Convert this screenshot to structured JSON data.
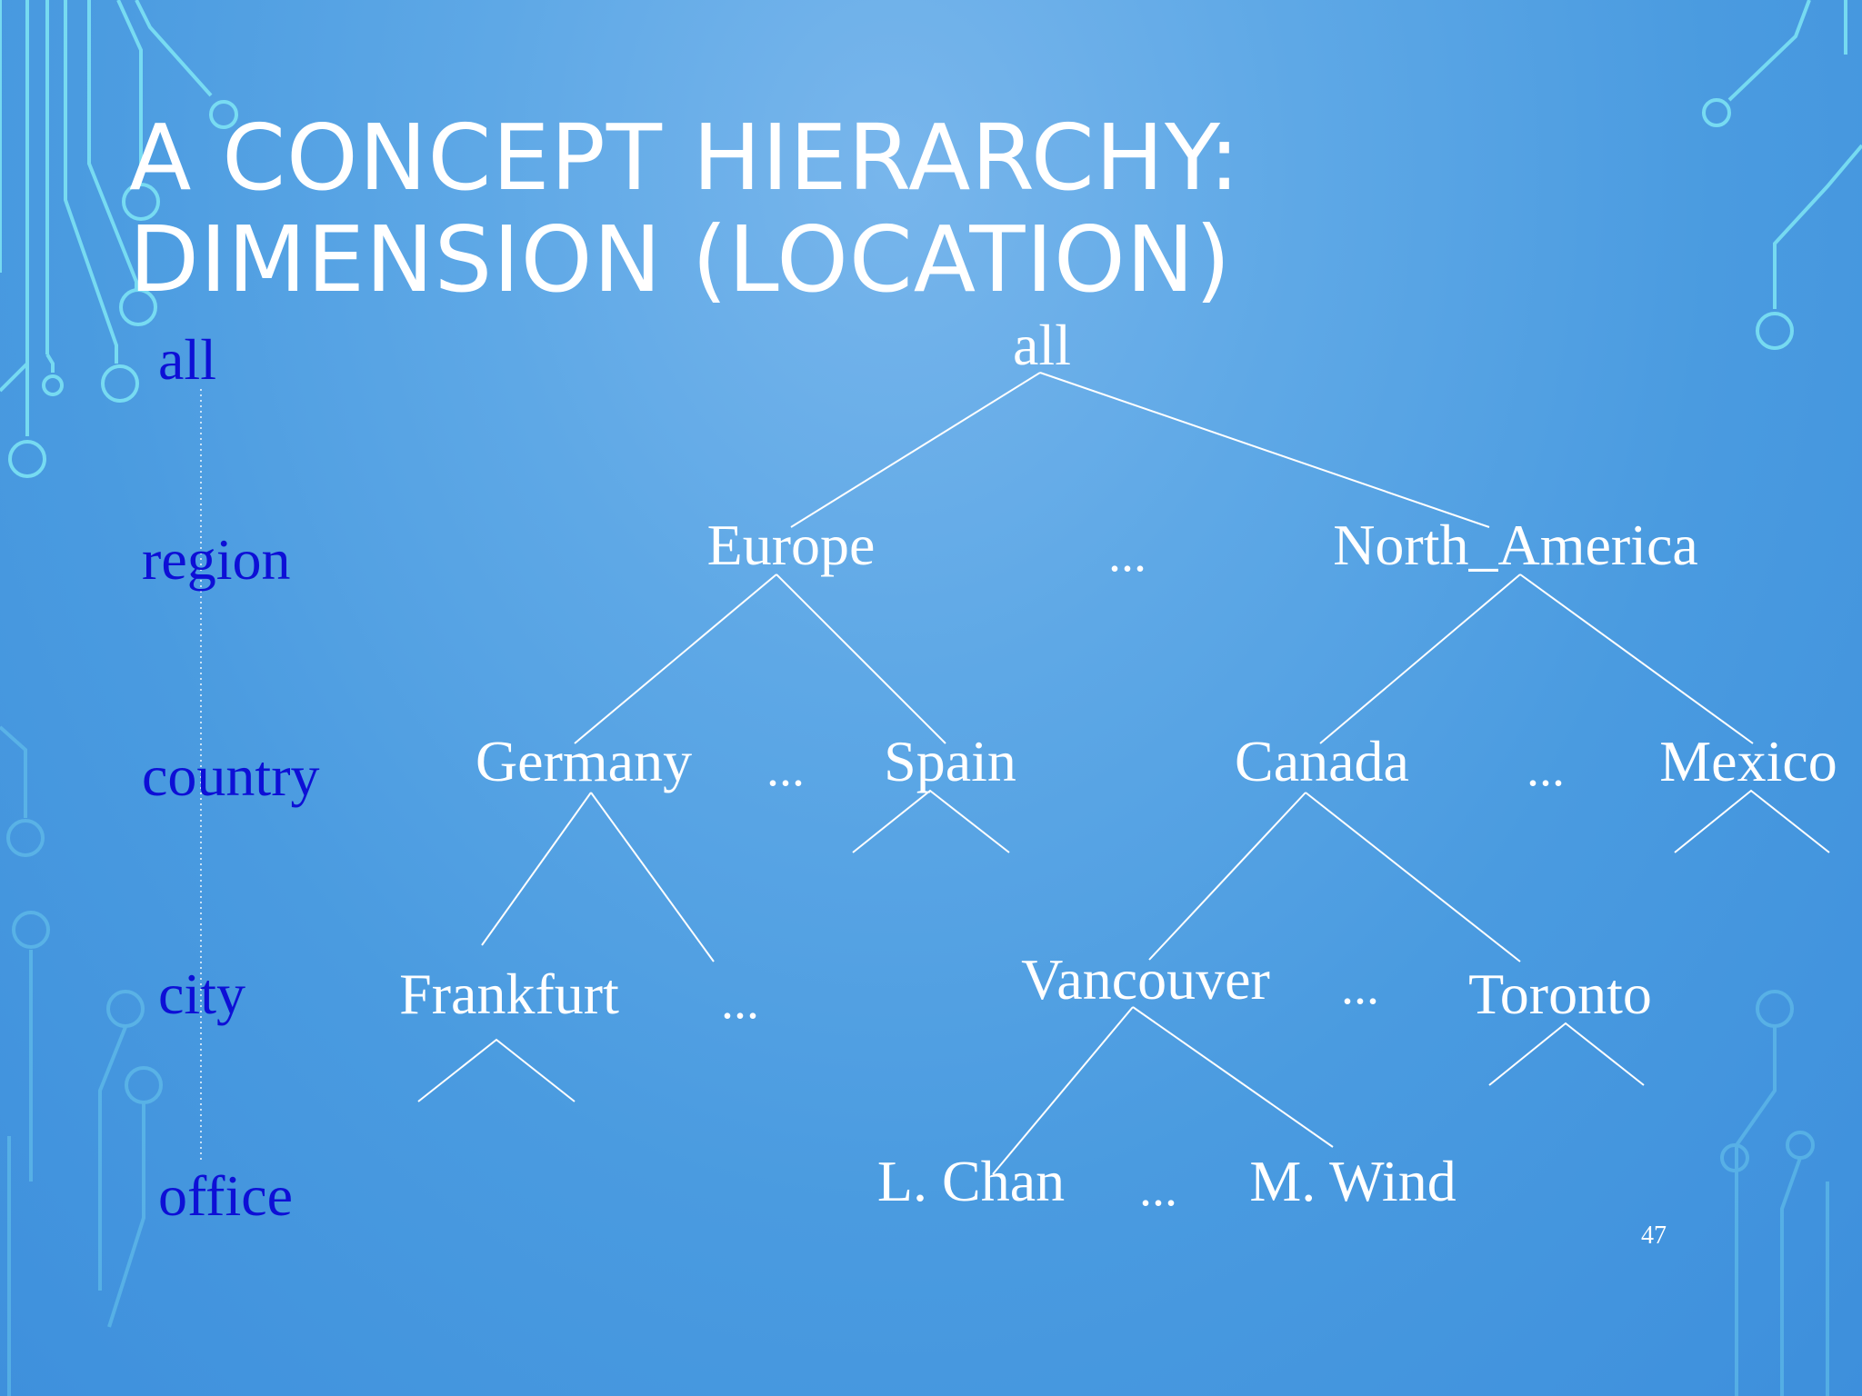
{
  "slide": {
    "title_line1": "A CONCEPT HIERARCHY:",
    "title_line2": "DIMENSION (LOCATION)",
    "page_number": "47"
  },
  "levels": [
    "all",
    "region",
    "country",
    "city",
    "office"
  ],
  "nodes": {
    "all": "all",
    "europe": "Europe",
    "north_america": "North_America",
    "germany": "Germany",
    "spain": "Spain",
    "canada": "Canada",
    "mexico": "Mexico",
    "frankfurt": "Frankfurt",
    "vancouver": "Vancouver",
    "toronto": "Toronto",
    "l_chan": "L. Chan",
    "m_wind": "M. Wind"
  },
  "ellipsis": "...",
  "colors": {
    "background": "#4a9be0",
    "level_label": "#0d0fd6",
    "node_text": "#ffffff",
    "circuit": "#7fe6f5"
  }
}
